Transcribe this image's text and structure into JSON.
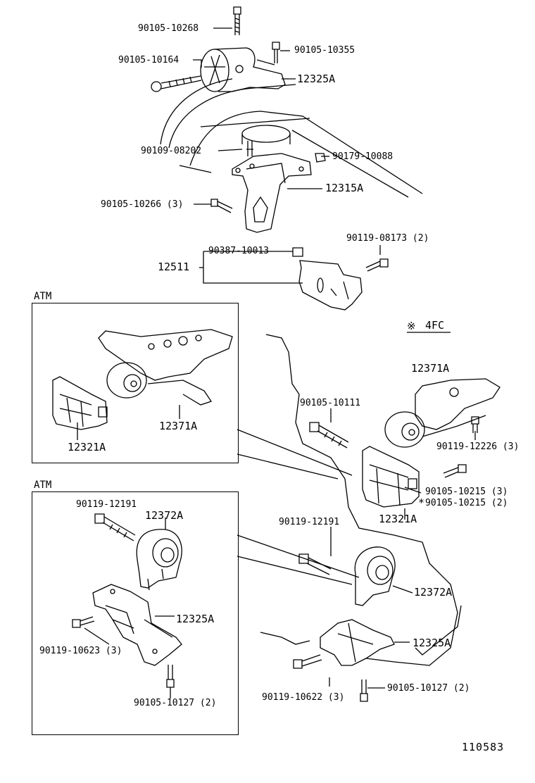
{
  "parts": {
    "p_10268": "90105-10268",
    "p_10164": "90105-10164",
    "p_10355": "90105-10355",
    "p_12325A_top": "12325A",
    "p_08202": "90109-08202",
    "p_10088": "90179-10088",
    "p_12315A": "12315A",
    "p_10266": "90105-10266 (3)",
    "p_08173": "90119-08173 (2)",
    "p_10013": "90387-10013",
    "p_12511": "12511",
    "atm1_12371A": "12371A",
    "atm1_12321A": "12321A",
    "fc_note": "4FC",
    "r_12371A": "12371A",
    "p_10111": "90105-10111",
    "p_12226": "90119-12226 (3)",
    "p_10215a": "90105-10215 (3)",
    "p_10215b": "90105-10215 (2)",
    "r_12321A": "12321A",
    "atm2_12191": "90119-12191",
    "atm2_12372A": "12372A",
    "atm2_12325A": "12325A",
    "atm2_10623": "90119-10623 (3)",
    "atm2_10127": "90105-10127 (2)",
    "r_12191": "90119-12191",
    "r_12372A": "12372A",
    "r_12325A": "12325A",
    "r_10622": "90119-10622 (3)",
    "r_10127": "90105-10127 (2)"
  },
  "panels": {
    "atm1": "ATM",
    "atm2": "ATM"
  },
  "symbols": {
    "fc_mark": "※",
    "ast_mark": "*"
  },
  "ref_number": "110583"
}
